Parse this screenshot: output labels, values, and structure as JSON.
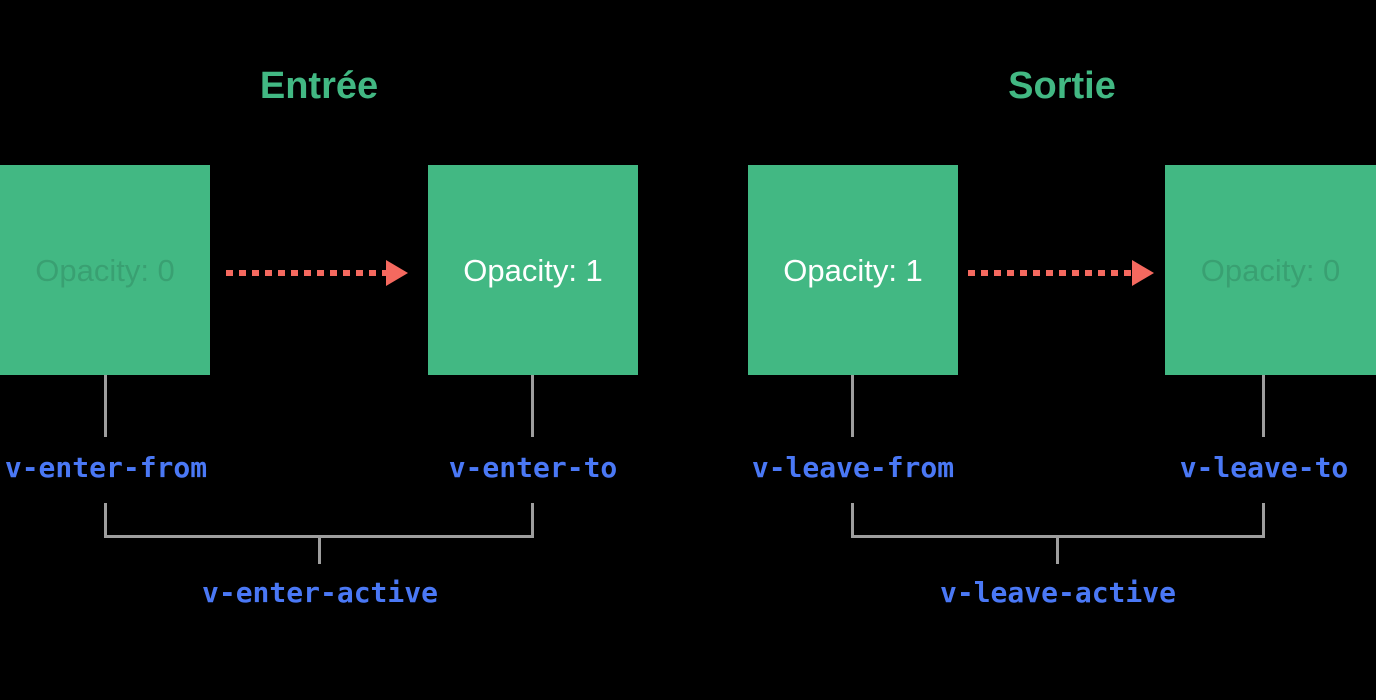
{
  "diagram": {
    "enter": {
      "title": "Entrée",
      "from_box_label": "Opacity: 0",
      "to_box_label": "Opacity: 1",
      "from_class": "v-enter-from",
      "to_class": "v-enter-to",
      "active_class": "v-enter-active"
    },
    "leave": {
      "title": "Sortie",
      "from_box_label": "Opacity: 1",
      "to_box_label": "Opacity: 0",
      "from_class": "v-leave-from",
      "to_class": "v-leave-to",
      "active_class": "v-leave-active"
    },
    "icons": {
      "enter_arrow": "dashed-arrow-right-icon",
      "leave_arrow": "dashed-arrow-right-icon"
    },
    "colors": {
      "background": "#000000",
      "box_green": "#42b883",
      "title_green": "#42b883",
      "class_blue": "#4a78f5",
      "arrow_salmon": "#f5695f",
      "connector_gray": "#9e9e9e",
      "opacity_full_text": "#ffffff"
    }
  }
}
